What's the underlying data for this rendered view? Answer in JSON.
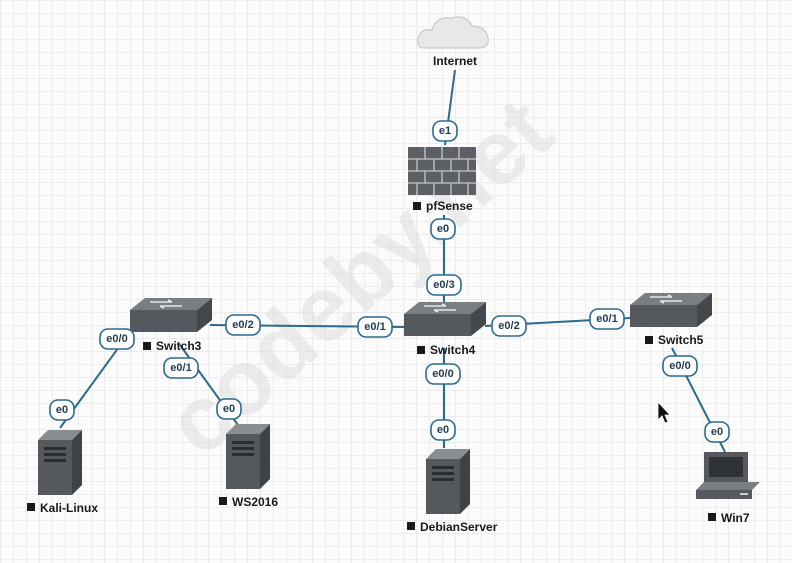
{
  "nodes": {
    "internet": {
      "label": "Internet",
      "icon": "cloud-icon"
    },
    "pfsense": {
      "label": "pfSense",
      "icon": "firewall-icon"
    },
    "switch3": {
      "label": "Switch3",
      "icon": "switch-icon"
    },
    "switch4": {
      "label": "Switch4",
      "icon": "switch-icon"
    },
    "switch5": {
      "label": "Switch5",
      "icon": "switch-icon"
    },
    "kali": {
      "label": "Kali-Linux",
      "icon": "server-icon"
    },
    "ws2016": {
      "label": "WS2016",
      "icon": "server-icon"
    },
    "debian": {
      "label": "DebianServer",
      "icon": "server-icon"
    },
    "win7": {
      "label": "Win7",
      "icon": "workstation-icon"
    }
  },
  "ports": {
    "pfsense_e1": "e1",
    "pfsense_e0": "e0",
    "switch4_e0_3": "e0/3",
    "switch4_e0_1": "e0/1",
    "switch4_e0_2": "e0/2",
    "switch4_e0_0": "e0/0",
    "switch3_e0_2": "e0/2",
    "switch3_e0_0": "e0/0",
    "switch3_e0_1": "e0/1",
    "switch5_e0_1": "e0/1",
    "switch5_e0_0": "e0/0",
    "kali_e0": "e0",
    "ws2016_e0": "e0",
    "debian_e0": "e0",
    "win7_e0": "e0"
  },
  "watermark": "codeby.net",
  "colors": {
    "link": "#2b6a8e",
    "device": "#55595e",
    "cloud": "#e6e6e6"
  }
}
